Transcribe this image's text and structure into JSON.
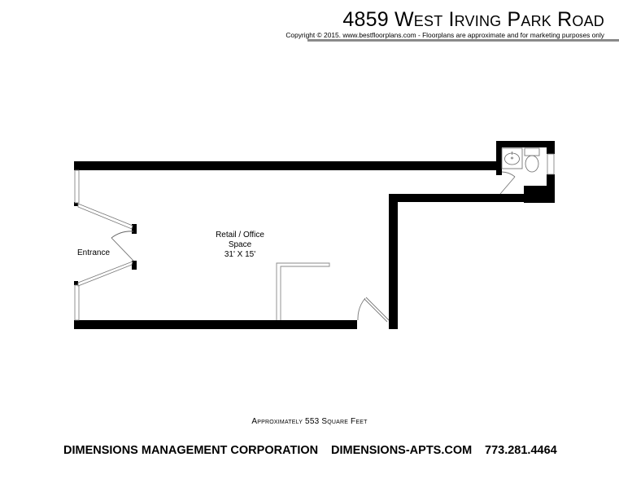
{
  "header": {
    "title": "4859 West Irving Park Road",
    "copyright": "Copyright © 2015. www.bestfloorplans.com - Floorplans are approximate and for marketing purposes only"
  },
  "floorplan": {
    "rooms": [
      {
        "name": "Retail / Office",
        "line2": "Space",
        "dimensions": "31' X 15'"
      }
    ],
    "labels": {
      "entrance": "Entrance"
    },
    "fixtures": [
      "sink",
      "toilet",
      "window",
      "doors"
    ],
    "wall_color": "#000000",
    "window_color": "#ffffff"
  },
  "area": {
    "text": "Approximately 553 Square Feet"
  },
  "footer": {
    "company": "DIMENSIONS MANAGEMENT CORPORATION",
    "website": "DIMENSIONS-APTS.COM",
    "phone": "773.281.4464"
  }
}
